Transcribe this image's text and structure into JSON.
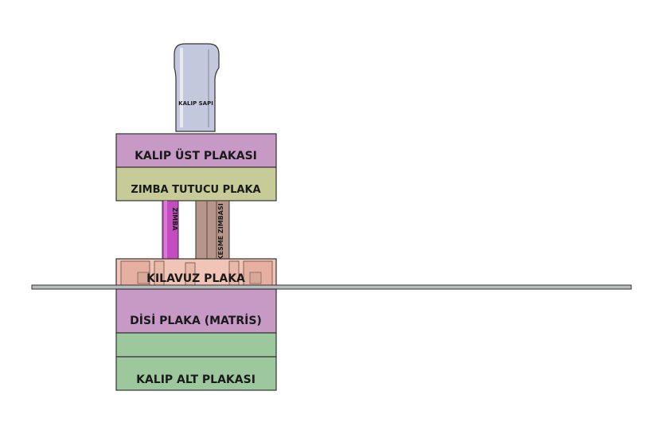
{
  "diagram": {
    "shank_label": "KALIP SAPI",
    "top_plate_label": "KALIP ÜST PLAKASI",
    "punch_holder_label": "ZIMBA TUTUCU PLAKA",
    "punch_label": "ZIMBA",
    "cutting_punch_label": "KESME ZIMBASI",
    "stripper_label": "KILAVUZ PLAKA",
    "die_plate_label": "DİSİ PLAKA (MATRİS)",
    "bottom_plate_label": "KALIP ALT PLAKASI"
  },
  "colors": {
    "shank": "#c3c8dc",
    "top_plate": "#c79ac6",
    "punch_holder": "#c6cb98",
    "punch": "#c24cc0",
    "cutting_punch": "#b6968a",
    "stripper": "#f0c4b6",
    "strip": "#b8bcbc",
    "die_plate": "#c79ac6",
    "bottom_plate": "#9dc89e",
    "outline": "#333333"
  }
}
